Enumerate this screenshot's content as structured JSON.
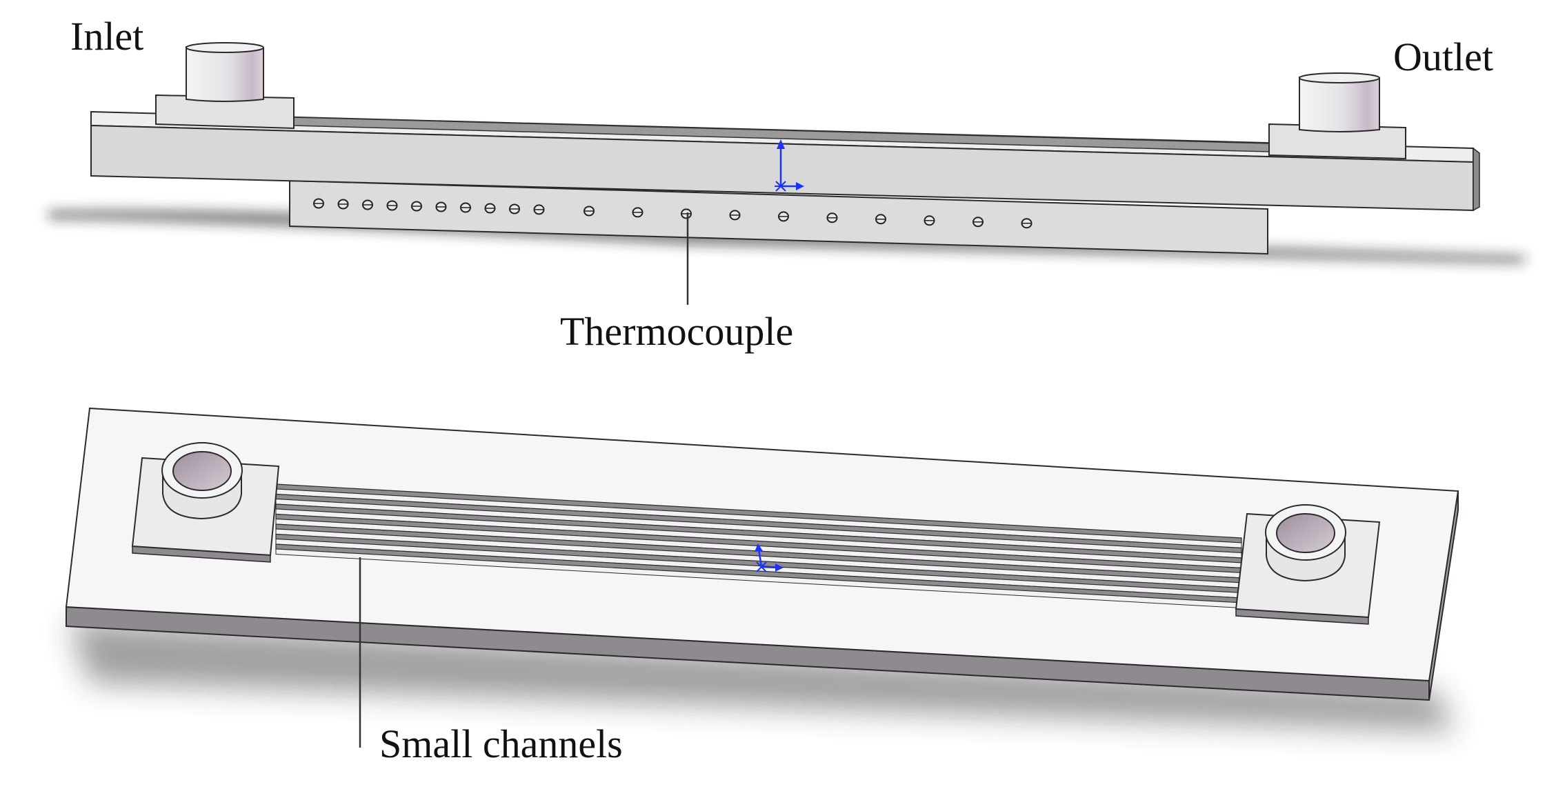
{
  "labels": {
    "inlet": "Inlet",
    "outlet": "Outlet",
    "thermocouple": "Thermocouple",
    "small_channels": "Small channels"
  },
  "thermocouple_hole_count": 20,
  "channel_count": 7,
  "colors": {
    "part_face": "#d8d8d8",
    "part_top": "#efefef",
    "part_edge": "#8e8a90",
    "tube_inner": "#c9bfc9",
    "axis_triad": "#1a33ff",
    "leader_line": "#333333"
  }
}
